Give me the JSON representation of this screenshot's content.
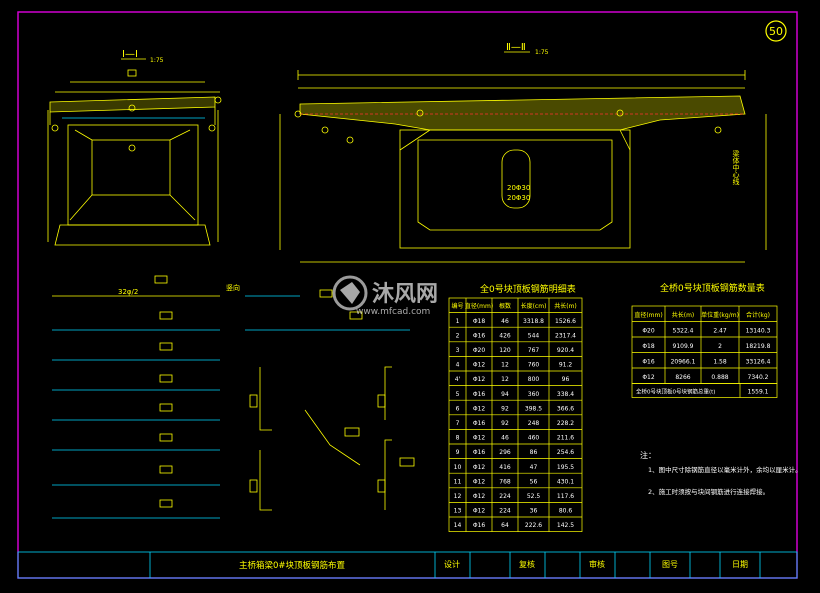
{
  "sheet_number": "50",
  "section_labels": {
    "section_1": "Ⅰ—Ⅰ",
    "section_1_scale": "1:75",
    "section_2": "Ⅱ—Ⅱ",
    "section_2_scale": "1:75",
    "centerline_note": "梁体中心线"
  },
  "rebar_labels": {
    "top_tag": "32φ/2",
    "side_tag": "竖向"
  },
  "box_labels": {
    "line1": "20Φ30",
    "line2": "20Φ30"
  },
  "watermark": {
    "brand": "沐风网",
    "url": "www.mfcad.com"
  },
  "table1": {
    "title": "全0号块顶板钢筋明细表",
    "headers": [
      "编号",
      "直径(mm)",
      "根数",
      "长度(cm)",
      "共长(m)"
    ],
    "rows": [
      [
        "1",
        "Φ18",
        "46",
        "3318.8",
        "1526.6"
      ],
      [
        "2",
        "Φ16",
        "426",
        "544",
        "2317.4"
      ],
      [
        "3",
        "Φ20",
        "120",
        "767",
        "920.4"
      ],
      [
        "4",
        "Φ12",
        "12",
        "760",
        "91.2"
      ],
      [
        "4'",
        "Φ12",
        "12",
        "800",
        "96"
      ],
      [
        "5",
        "Φ16",
        "94",
        "360",
        "338.4"
      ],
      [
        "6",
        "Φ12",
        "92",
        "398.5",
        "366.6"
      ],
      [
        "7",
        "Φ16",
        "92",
        "248",
        "228.2"
      ],
      [
        "8",
        "Φ12",
        "46",
        "460",
        "211.6"
      ],
      [
        "9",
        "Φ16",
        "296",
        "86",
        "254.6"
      ],
      [
        "10",
        "Φ12",
        "416",
        "47",
        "195.5"
      ],
      [
        "11",
        "Φ12",
        "768",
        "56",
        "430.1"
      ],
      [
        "12",
        "Φ12",
        "224",
        "52.5",
        "117.6"
      ],
      [
        "13",
        "Φ12",
        "224",
        "36",
        "80.6"
      ],
      [
        "14",
        "Φ16",
        "64",
        "222.6",
        "142.5"
      ]
    ]
  },
  "table2": {
    "title": "全桥0号块顶板钢筋数量表",
    "headers": [
      "直径(mm)",
      "共长(m)",
      "单位重(kg/m)",
      "合计(kg)"
    ],
    "rows": [
      [
        "Φ20",
        "5322.4",
        "2.47",
        "13140.3"
      ],
      [
        "Φ18",
        "9109.9",
        "2",
        "18219.8"
      ],
      [
        "Φ16",
        "20966.1",
        "1.58",
        "33126.4"
      ],
      [
        "Φ12",
        "8266",
        "0.888",
        "7340.2"
      ]
    ],
    "total_label": "全桥0号块顶板0号块钢筋总重(t)",
    "total_value": "1559.1"
  },
  "notes": {
    "title": "注：",
    "items": [
      "1、图中尺寸除钢筋直径以毫米计外，余均以厘米计。",
      "2、施工时须按与块间钢筋进行连接焊接。"
    ]
  },
  "title_block": {
    "drawing_title": "主桥箱梁0#块顶板钢筋布置",
    "designer_label": "设计",
    "checker_label": "复核",
    "reviewer_label": "审核",
    "drawing_no_label": "图号",
    "date_label": "日期"
  },
  "colors": {
    "background": "#000000",
    "border": "#d000d0",
    "lines": "#ffff00",
    "accent_cyan": "#00d8ff",
    "red_rebar": "#ff3030",
    "table_text": "#ffffff"
  }
}
